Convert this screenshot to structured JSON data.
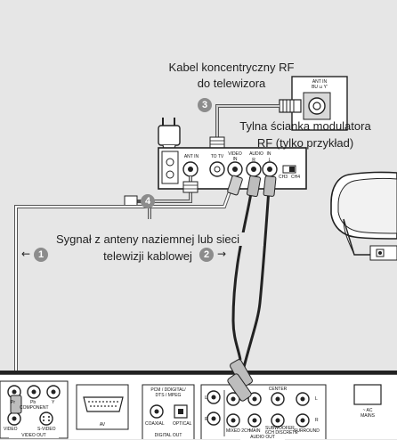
{
  "labels": {
    "rf_cable": "Kabel koncentryczny RF",
    "rf_cable_2": "do telewizora",
    "modulator": "Tylna ścianka modulatora",
    "modulator_2": "RF (tylko przykład)",
    "signal": "Sygnał z anteny naziemnej lub sieci",
    "signal_2": "telewizji kablowej"
  },
  "steps": {
    "s1": "1",
    "s2": "2",
    "s3": "3",
    "s4": "4"
  },
  "arrows": {
    "left": "←",
    "right": "→"
  },
  "connectors": {
    "tv_ant_in": "ANT IN",
    "tv_ant_in_sub": "BU ⊔ Y'",
    "mod_ant_in": "ANT IN",
    "mod_to_tv": "TO TV",
    "mod_video": "VIDEO",
    "mod_in": "IN",
    "mod_audio": "AUDIO",
    "mod_audio_in": "IN",
    "mod_r": "R",
    "mod_l": "L",
    "mod_ch3": "CH3",
    "mod_ch4": "CH4",
    "pr": "Pr",
    "pb": "Pb",
    "y": "Y",
    "component": "COMPONENT",
    "video": "VIDEO",
    "s_video": "S-VIDEO",
    "video_out": "VIDEO OUT",
    "av": "AV",
    "pcm": "PCM / DDIGITAL/",
    "dts": "DTS / MPEG",
    "coaxial": "COAXIAL",
    "optical": "OPTICAL",
    "digital_out": "DIGITAL OUT",
    "center": "CENTER",
    "l1": "L",
    "r1": "R",
    "l2": "L",
    "r2": "R",
    "mixed": "MIXED 2CH",
    "main": "MAIN",
    "subwoofer": "SUBWOOFER",
    "discrete": "6CH DISCRETE",
    "surround": "SURROUND",
    "audio_out": "AUDIO OUT",
    "ac": "~ AC",
    "mains": "MAINS"
  }
}
